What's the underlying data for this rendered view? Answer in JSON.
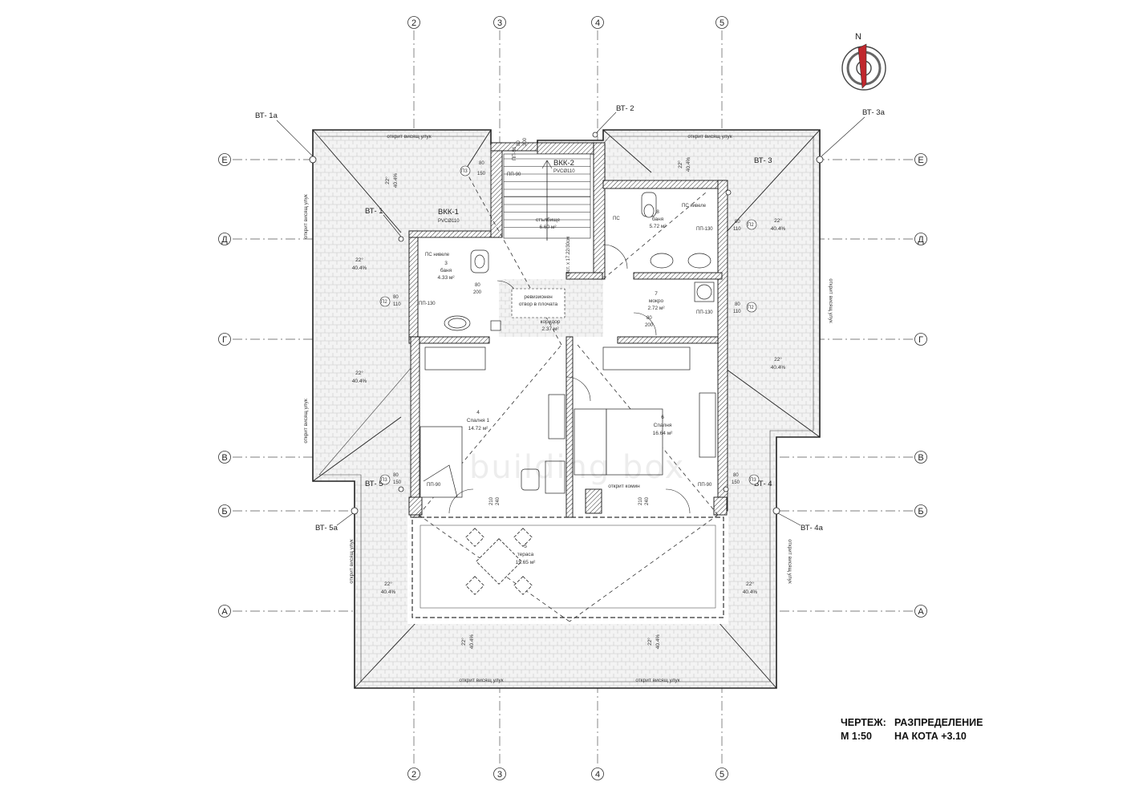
{
  "grid": {
    "vertical": [
      "2",
      "3",
      "4",
      "5"
    ],
    "horizontal": [
      "Е",
      "Д",
      "Г",
      "В",
      "Б",
      "А"
    ]
  },
  "compass": {
    "north_label": "N",
    "accent_color": "#c0272d"
  },
  "roof": {
    "eave_label": "открит висящ улук",
    "slope_angle": "22°",
    "slope_percent": "40.4%"
  },
  "downpipes": [
    "ВТ- 1а",
    "ВТ- 1",
    "ВТ- 2",
    "ВТ- 3а",
    "ВТ- 3",
    "ВТ- 4",
    "ВТ- 4а",
    "ВТ- 5",
    "ВТ- 5а"
  ],
  "risers": [
    {
      "label": "ВКК-1",
      "pipe": "PVCØ110"
    },
    {
      "label": "ВКК-2",
      "pipe": "PVCØ110"
    }
  ],
  "rooms": [
    {
      "number": "",
      "name": "стълбище",
      "area": "6.60 м²"
    },
    {
      "number": "3",
      "name": "баня",
      "area": "4.33 м²"
    },
    {
      "number": "8",
      "name": "баня",
      "area": "5.72 м²"
    },
    {
      "number": "7",
      "name": "мокро",
      "area": "2.72 м²"
    },
    {
      "number": "",
      "name": "коридор",
      "area": "2.37 м²"
    },
    {
      "number": "4",
      "name": "Спалня 1",
      "area": "14.72 м²"
    },
    {
      "number": "6",
      "name": "Спалня",
      "area": "16.64 м²"
    },
    {
      "number": "5",
      "name": "тераса",
      "area": "15.65 м²"
    }
  ],
  "notes": {
    "revision_1": "ревизионен",
    "revision_2": "отвор в плочата",
    "chimney": "открит комин",
    "stairs": "18ст. х 17.22/30см"
  },
  "codes": {
    "ps": "ПС",
    "ps_hv": "ПС нивеле",
    "pp90": "ПП-90",
    "pp130": "ПП-130",
    "pp51": "ПП-51",
    "p2": "П2",
    "p3": "П3"
  },
  "dims": {
    "d80": "80",
    "d110": "110",
    "d150": "150",
    "d200": "200",
    "d210": "210",
    "d240": "240",
    "d300": "300"
  },
  "title_block": {
    "drawing_label": "ЧЕРТЕЖ:",
    "drawing_name": "РАЗПРЕДЕЛЕНИЕ",
    "scale_label": "М 1:50",
    "level_label": "НА КОТА +3.10"
  },
  "watermark": "building box"
}
